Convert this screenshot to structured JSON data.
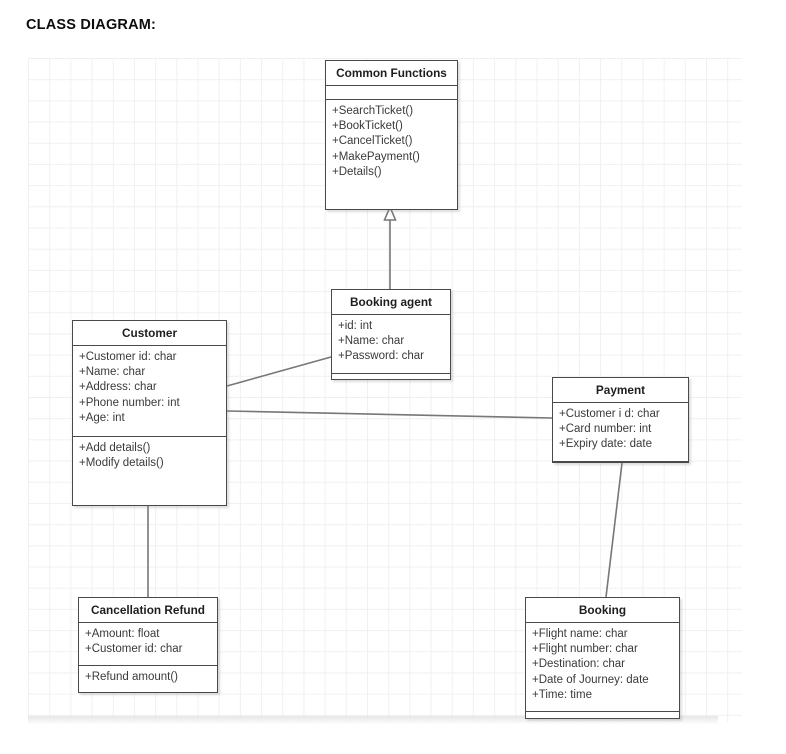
{
  "page": {
    "title": "CLASS DIAGRAM:"
  },
  "diagram": {
    "type": "uml-class-diagram",
    "classes": [
      {
        "id": "common-functions",
        "name": "Common Functions",
        "attributes": [],
        "operations": [
          "+SearchTicket()",
          "+BookTicket()",
          "+CancelTicket()",
          "+MakePayment()",
          "+Details()"
        ]
      },
      {
        "id": "booking-agent",
        "name": "Booking agent",
        "attributes": [
          "+id: int",
          "+Name: char",
          "+Password: char"
        ],
        "operations": []
      },
      {
        "id": "customer",
        "name": "Customer",
        "attributes": [
          "+Customer id: char",
          "+Name: char",
          "+Address: char",
          "+Phone number: int",
          "+Age: int"
        ],
        "operations": [
          "+Add details()",
          "+Modify details()"
        ]
      },
      {
        "id": "payment",
        "name": "Payment",
        "attributes": [
          "+Customer i d: char",
          "+Card number: int",
          "+Expiry date: date"
        ],
        "operations": []
      },
      {
        "id": "cancellation-refund",
        "name": "Cancellation Refund",
        "attributes": [
          "+Amount: float",
          "+Customer id: char"
        ],
        "operations": [
          "+Refund amount()"
        ]
      },
      {
        "id": "booking",
        "name": "Booking",
        "attributes": [
          "+Flight name: char",
          "+Flight number: char",
          "+Destination: char",
          "+Date of Journey: date",
          "+Time: time"
        ],
        "operations": []
      }
    ],
    "relationships": [
      {
        "from": "booking-agent",
        "to": "common-functions",
        "kind": "generalization"
      },
      {
        "from": "customer",
        "to": "booking-agent",
        "kind": "association"
      },
      {
        "from": "customer",
        "to": "payment",
        "kind": "association"
      },
      {
        "from": "customer",
        "to": "cancellation-refund",
        "kind": "association"
      },
      {
        "from": "payment",
        "to": "booking",
        "kind": "association"
      }
    ]
  }
}
